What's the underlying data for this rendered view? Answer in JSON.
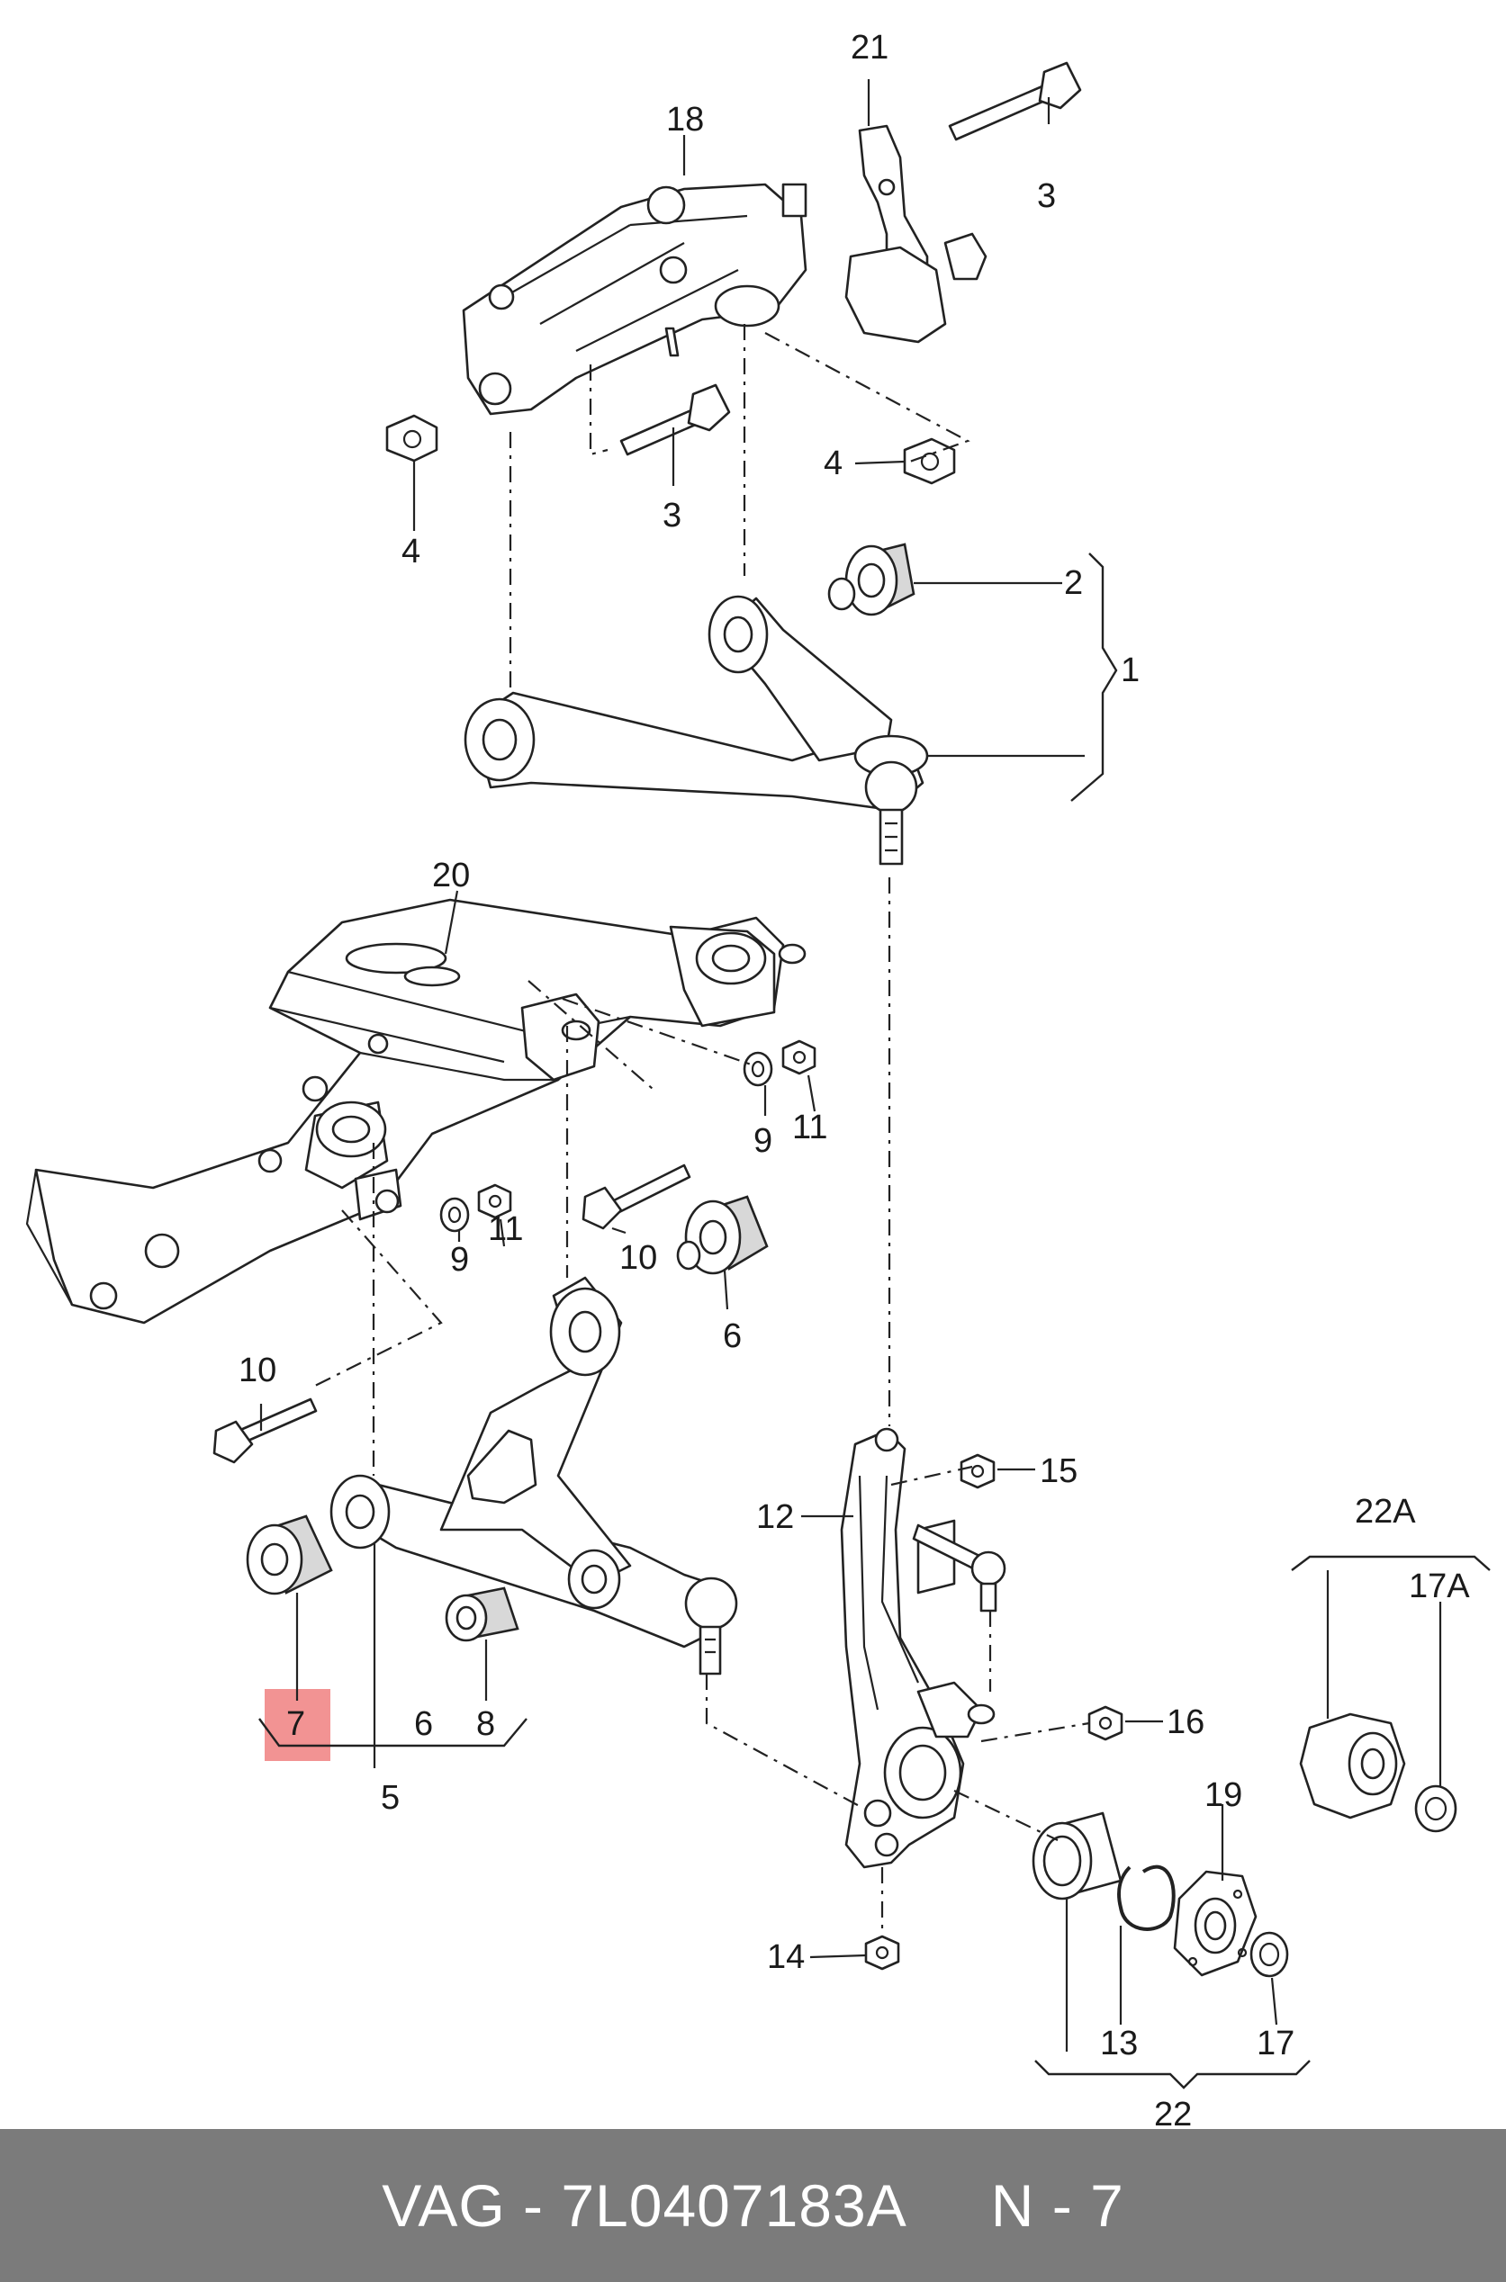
{
  "labels": {
    "l1": "1",
    "l2": "2",
    "l3a": "3",
    "l3b": "3",
    "l4a": "4",
    "l4b": "4",
    "l5": "5",
    "l6a": "6",
    "l6b": "6",
    "l7": "7",
    "l8": "8",
    "l9a": "9",
    "l9b": "9",
    "l10a": "10",
    "l10b": "10",
    "l11a": "11",
    "l11b": "11",
    "l12": "12",
    "l13": "13",
    "l14": "14",
    "l15": "15",
    "l16": "16",
    "l17": "17",
    "l17A": "17A",
    "l18": "18",
    "l19": "19",
    "l20": "20",
    "l21": "21",
    "l22": "22",
    "l22A": "22A"
  },
  "highlight": {
    "label": "7",
    "color": "#f08080"
  },
  "footer": {
    "text": "VAG - 7L0407183A     N - 7",
    "background": "#7b7b7b"
  }
}
